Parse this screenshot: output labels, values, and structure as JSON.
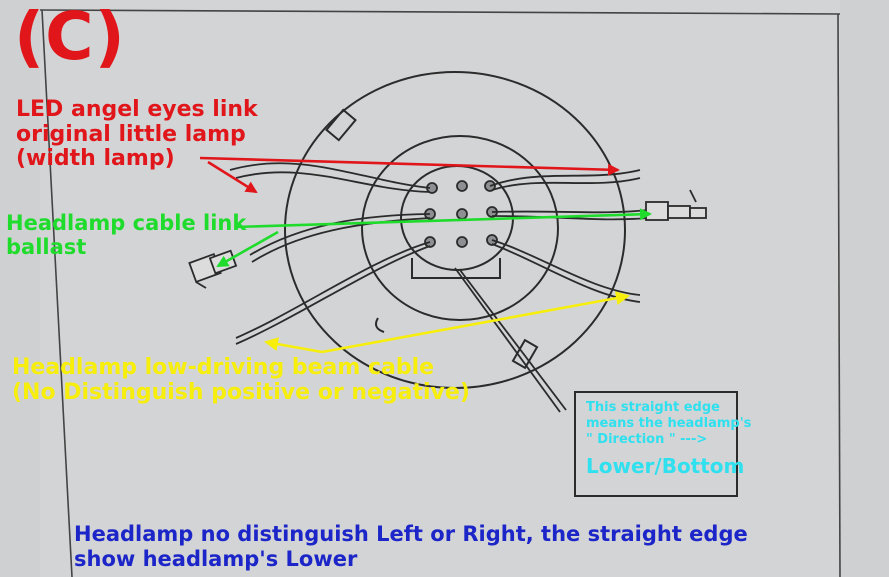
{
  "title": "(C)",
  "colors": {
    "red": "#e0161b",
    "green": "#1fdc2c",
    "yellow": "#f7ee0c",
    "cyan": "#2fe0ee",
    "blue": "#1c25c8",
    "paper": "#cfd0d2",
    "pencil": "#2b2b2b"
  },
  "labels": {
    "angel_eyes": [
      "LED angel eyes link",
      "original little lamp",
      "(width lamp)"
    ],
    "headlamp_cable": [
      "Headlamp  cable link",
      "ballast"
    ],
    "low_driving": [
      "Headlamp low-driving beam cable",
      "(No Distinguish positive or negative)"
    ],
    "straight_edge_note": [
      "This straight edge",
      "means the headlamp's",
      "\" Direction \" --->"
    ],
    "lower_bottom": "Lower/Bottom",
    "footer": [
      "Headlamp no distinguish Left or Right, the straight edge",
      "show headlamp's Lower"
    ]
  }
}
